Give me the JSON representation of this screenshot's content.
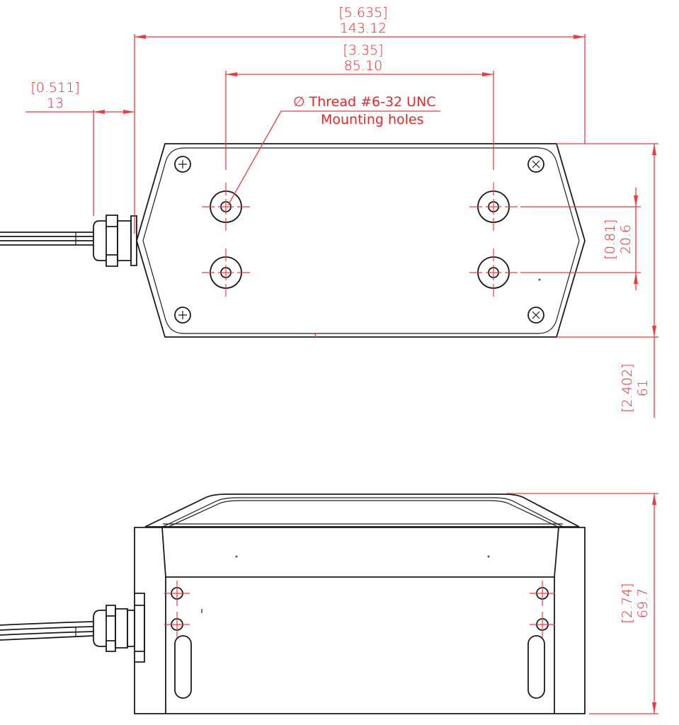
{
  "drawing": {
    "type": "mechanical-dimension-drawing",
    "units": {
      "primary": "mm",
      "secondary": "in (bracketed)"
    },
    "colors": {
      "outline": "#1a1a1a",
      "dimension": "#e8262b"
    },
    "views": {
      "top": {
        "label": "top-view",
        "dimensions": {
          "overall_width": {
            "inch": "[5.635]",
            "mm": "143.12"
          },
          "hole_spacing_x": {
            "inch": "[3.35]",
            "mm": "85.10"
          },
          "gland_offset": {
            "inch": "[0.511]",
            "mm": "13"
          },
          "hole_spacing_y": {
            "inch": "[0.81]",
            "mm": "20.6"
          },
          "overall_depth": {
            "inch": "[2.402]",
            "mm": "61"
          }
        },
        "callout": {
          "symbol": "∅",
          "line1": "Thread #6-32 UNC",
          "line2": "Mounting holes"
        }
      },
      "side": {
        "label": "side-view",
        "dimensions": {
          "overall_height": {
            "inch": "[2.74]",
            "mm": "69.7"
          }
        }
      }
    }
  }
}
